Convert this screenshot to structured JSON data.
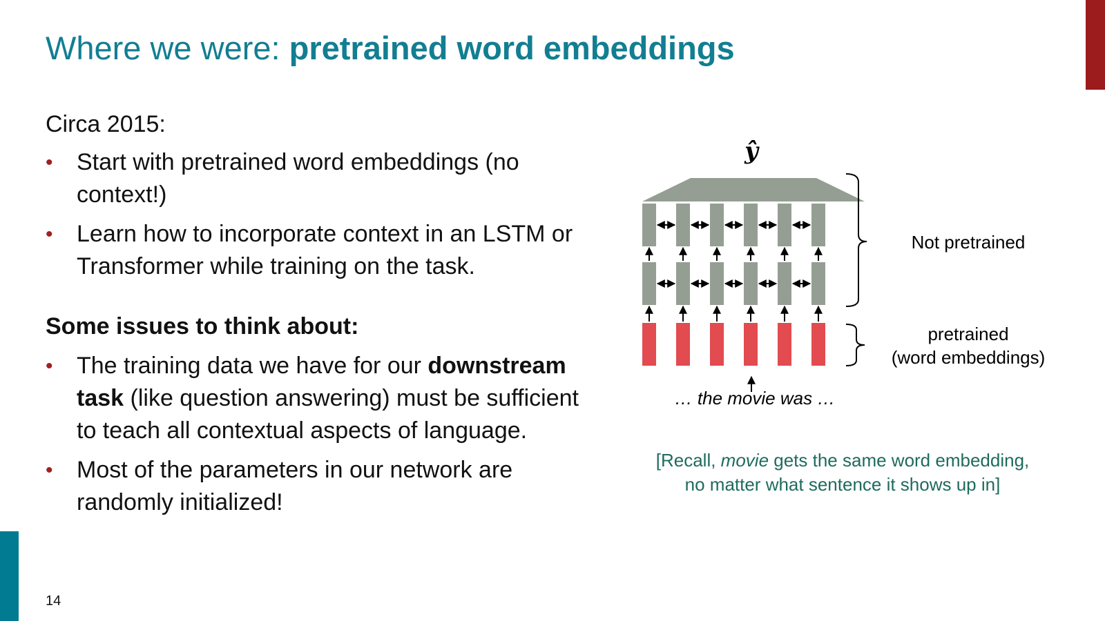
{
  "slide": {
    "title_light": "Where we were: ",
    "title_bold": "pretrained word embeddings",
    "page_number": "14",
    "colors": {
      "title": "#127e92",
      "bullet": "#a31f21",
      "accent_red_bar": "#9c1b1d",
      "accent_teal_bar": "#007b91",
      "recall_text": "#1e6b5e",
      "gray_block": "#959e93",
      "red_block": "#e24b4f"
    }
  },
  "left": {
    "intro": "Circa 2015:",
    "bullets1": [
      "Start with pretrained word embeddings (no context!)",
      "Learn how to incorporate context in an LSTM or Transformer while training on the task."
    ],
    "heading2": "Some issues to think about:",
    "bullet2_1": {
      "pre": "The training data we have for our ",
      "bold": "downstream task",
      "post": " (like question answering) must be sufficient to teach all contextual aspects of language."
    },
    "bullet2_2": "Most of the parameters in our network are randomly initialized!",
    "bullet_glyph": "•"
  },
  "diagram": {
    "output_symbol": "ŷ",
    "input_text": "… the movie was …",
    "label_not_pretrained": "Not pretrained",
    "label_pretrained_line1": "pretrained",
    "label_pretrained_line2": "(word embeddings)",
    "columns": 6,
    "hidden_layers": 2,
    "bidirectional_arrow": "↔"
  },
  "recall": {
    "pre": "[Recall, ",
    "italic": "movie",
    "post1": " gets the same word embedding,",
    "line2": "no matter what sentence it shows up in]"
  }
}
